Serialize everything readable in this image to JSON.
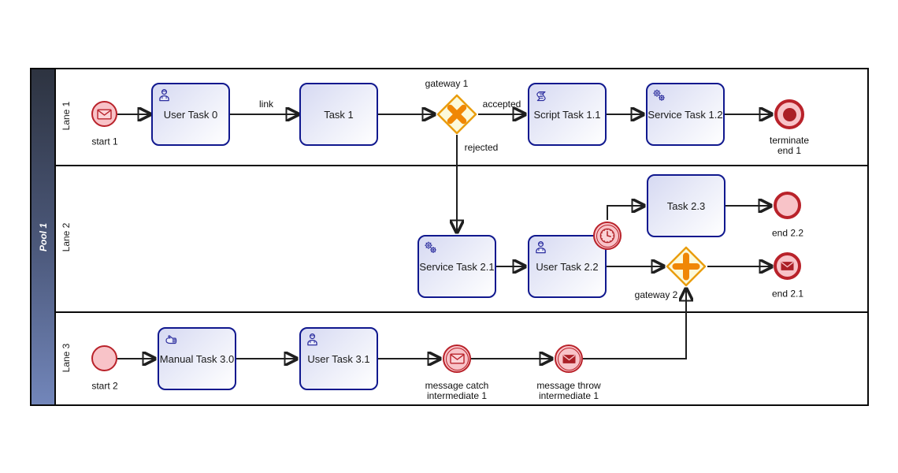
{
  "diagram": {
    "pool": {
      "name": "Pool 1"
    },
    "lanes": [
      {
        "label": "Lane 1"
      },
      {
        "label": "Lane 2"
      },
      {
        "label": "Lane 3"
      }
    ]
  },
  "tasks": {
    "user_task_0": {
      "label": "User Task 0",
      "type_icon": "user-icon"
    },
    "task_1": {
      "label": "Task 1",
      "type_icon": "none"
    },
    "script_task_1_1": {
      "label": "Script Task 1.1",
      "type_icon": "script-icon"
    },
    "service_task_1_2": {
      "label": "Service Task 1.2",
      "type_icon": "service-gears-icon"
    },
    "service_task_2_1": {
      "label": "Service Task 2.1",
      "type_icon": "service-gears-icon"
    },
    "user_task_2_2": {
      "label": "User Task 2.2",
      "type_icon": "user-icon"
    },
    "task_2_3": {
      "label": "Task 2.3",
      "type_icon": "none"
    },
    "manual_task_3_0": {
      "label": "Manual Task 3.0",
      "type_icon": "manual-hand-icon"
    },
    "user_task_3_1": {
      "label": "User Task 3.1",
      "type_icon": "user-icon"
    }
  },
  "events": {
    "start_1": {
      "label": "start 1",
      "kind": "message-start"
    },
    "start_2": {
      "label": "start 2",
      "kind": "plain-start"
    },
    "terminate_end_1": {
      "label": "terminate\nend 1",
      "kind": "terminate-end"
    },
    "end_2_1": {
      "label": "end 2.1",
      "kind": "message-end"
    },
    "end_2_2": {
      "label": "end 2.2",
      "kind": "plain-end"
    },
    "message_catch_1": {
      "label": "message catch\nintermediate 1",
      "kind": "message-catch-intermediate"
    },
    "message_throw_1": {
      "label": "message throw\nintermediate 1",
      "kind": "message-throw-intermediate"
    },
    "timer_boundary_1": {
      "label": "",
      "kind": "timer-boundary"
    }
  },
  "gateways": {
    "gateway_1": {
      "label": "gateway 1",
      "kind": "exclusive-x"
    },
    "gateway_2": {
      "label": "gateway 2",
      "kind": "parallel-plus"
    }
  },
  "flow_labels": {
    "link": "link",
    "accepted": "accepted",
    "rejected": "rejected"
  },
  "colors": {
    "task_border": "#10188e",
    "task_fill_light": "#d6d9f2",
    "task_icon": "#2d2f9f",
    "event_border_red": "#b9222a",
    "event_fill_pink": "#f8c3c8",
    "event_dark_red": "#ab1f26",
    "gateway_border": "#e99d0e",
    "gateway_symbol": "#f08705",
    "gateway_fill": "#fcfadb",
    "pool_header_top": "#2d3340",
    "pool_header_bottom": "#7286ba",
    "connector": "#1f1f1f"
  }
}
